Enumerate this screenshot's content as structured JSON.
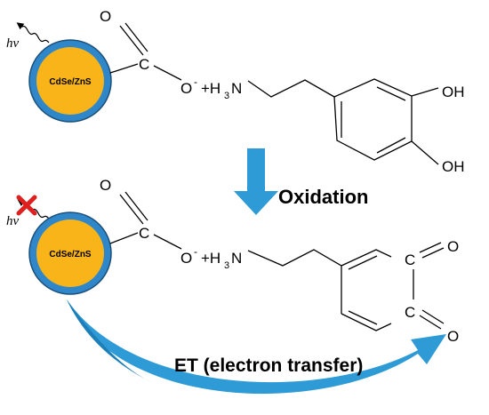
{
  "colors": {
    "shell": "#2f87c9",
    "core": "#f8b418",
    "arrow": "#2e9bd6",
    "cross": "#e0201f",
    "bond": "#000000"
  },
  "top": {
    "hv": "hν",
    "core_label": "CdSe/ZnS",
    "carbonyl_O": "O",
    "carboxyl_C": "C",
    "O_minus": "O",
    "O_charge": "-",
    "plus_H": "+H",
    "sub_3": "3",
    "N": "N",
    "OH_1": "OH",
    "OH_2": "OH"
  },
  "middle": {
    "oxidation": "Oxidation"
  },
  "bottom": {
    "hv": "hν",
    "core_label": "CdSe/ZnS",
    "carbonyl_O": "O",
    "carboxyl_C": "C",
    "O_minus": "O",
    "O_charge": "-",
    "plus_H": "+H",
    "sub_3": "3",
    "N": "N",
    "C_upper": "C",
    "C_lower": "C",
    "O_upper": "O",
    "O_lower": "O",
    "et_label": "ET (electron transfer)"
  },
  "icons": {
    "photon": "wavy-photon-arrow-icon",
    "quench": "red-cross-icon",
    "oxidation_arrow": "down-arrow-icon",
    "et_arrow": "curved-arrow-icon"
  }
}
